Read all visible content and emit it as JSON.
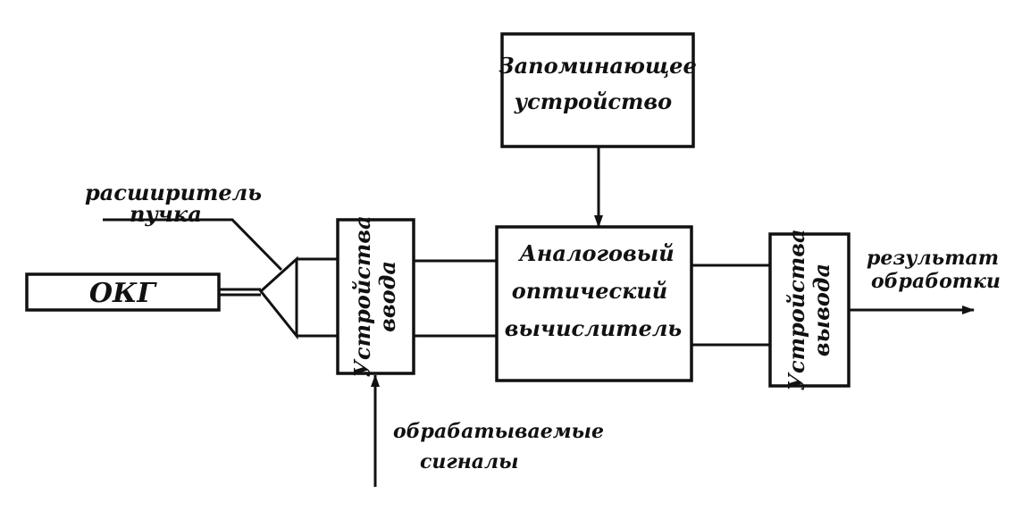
{
  "blocks": {
    "laser": "ОКГ",
    "memory": [
      "Запоминающее",
      "устройство"
    ],
    "input_device": [
      "Устройства",
      "ввода"
    ],
    "processor": [
      "Аналоговый",
      "оптический",
      "вычислитель"
    ],
    "output_device": [
      "Устройства",
      "вывода"
    ]
  },
  "labels": {
    "beam_expander": [
      "расширитель",
      "пучка"
    ],
    "signals": [
      "обрабатываемые",
      "сигналы"
    ],
    "result": [
      "результат",
      "обработки"
    ]
  }
}
